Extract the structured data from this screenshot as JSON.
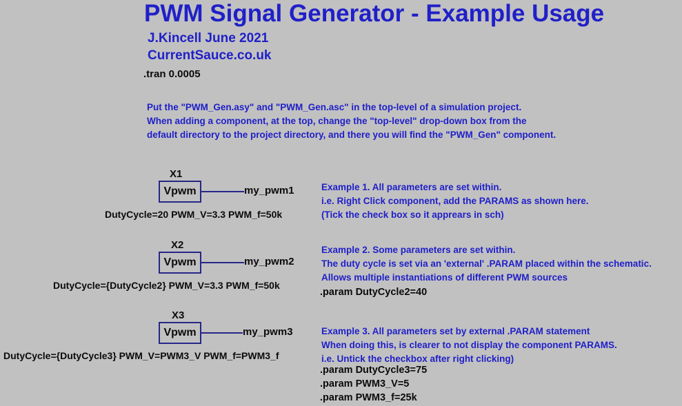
{
  "window": {
    "background": "#c1c1c1"
  },
  "colors": {
    "comment_blue": "#2020c8",
    "schematic_black": "#0b0b0b",
    "component_navy": "#262688"
  },
  "header": {
    "title": "PWM Signal Generator - Example Usage",
    "author": "J.Kincell June 2021",
    "website": "CurrentSauce.co.uk"
  },
  "directives": {
    "tran": ".tran 0.0005"
  },
  "instructions": {
    "lines": [
      "Put the \"PWM_Gen.asy\" and \"PWM_Gen.asc\" in the top-level of a simulation project.",
      "When adding a component, at the top, change the \"top-level\" drop-down box from the",
      "default directory to the project directory, and there you will find the \"PWM_Gen\" component."
    ]
  },
  "components": [
    {
      "ref": "X1",
      "body": "Vpwm",
      "net": "my_pwm1",
      "params": "DutyCycle=20 PWM_V=3.3 PWM_f=50k"
    },
    {
      "ref": "X2",
      "body": "Vpwm",
      "net": "my_pwm2",
      "params": "DutyCycle={DutyCycle2} PWM_V=3.3 PWM_f=50k"
    },
    {
      "ref": "X3",
      "body": "Vpwm",
      "net": "my_pwm3",
      "params": "DutyCycle={DutyCycle3} PWM_V=PWM3_V PWM_f=PWM3_f"
    }
  ],
  "examples": [
    {
      "lines": [
        "Example 1. All parameters are set within.",
        "i.e. Right Click component, add the PARAMS as shown here.",
        "(Tick the check box so it apprears in sch)"
      ],
      "params": []
    },
    {
      "lines": [
        "Example 2. Some parameters are set within.",
        "The duty cycle is set via an 'external' .PARAM placed within the schematic.",
        "Allows multiple instantiations of different PWM sources"
      ],
      "params": [
        ".param DutyCycle2=40"
      ]
    },
    {
      "lines": [
        "Example 3. All parameters set by external .PARAM statement",
        "When doing this, is clearer to not display the component PARAMS.",
        "i.e. Untick the checkbox after right clicking)"
      ],
      "params": [
        ".param DutyCycle3=75",
        ".param PWM3_V=5",
        ".param PWM3_f=25k"
      ]
    }
  ]
}
